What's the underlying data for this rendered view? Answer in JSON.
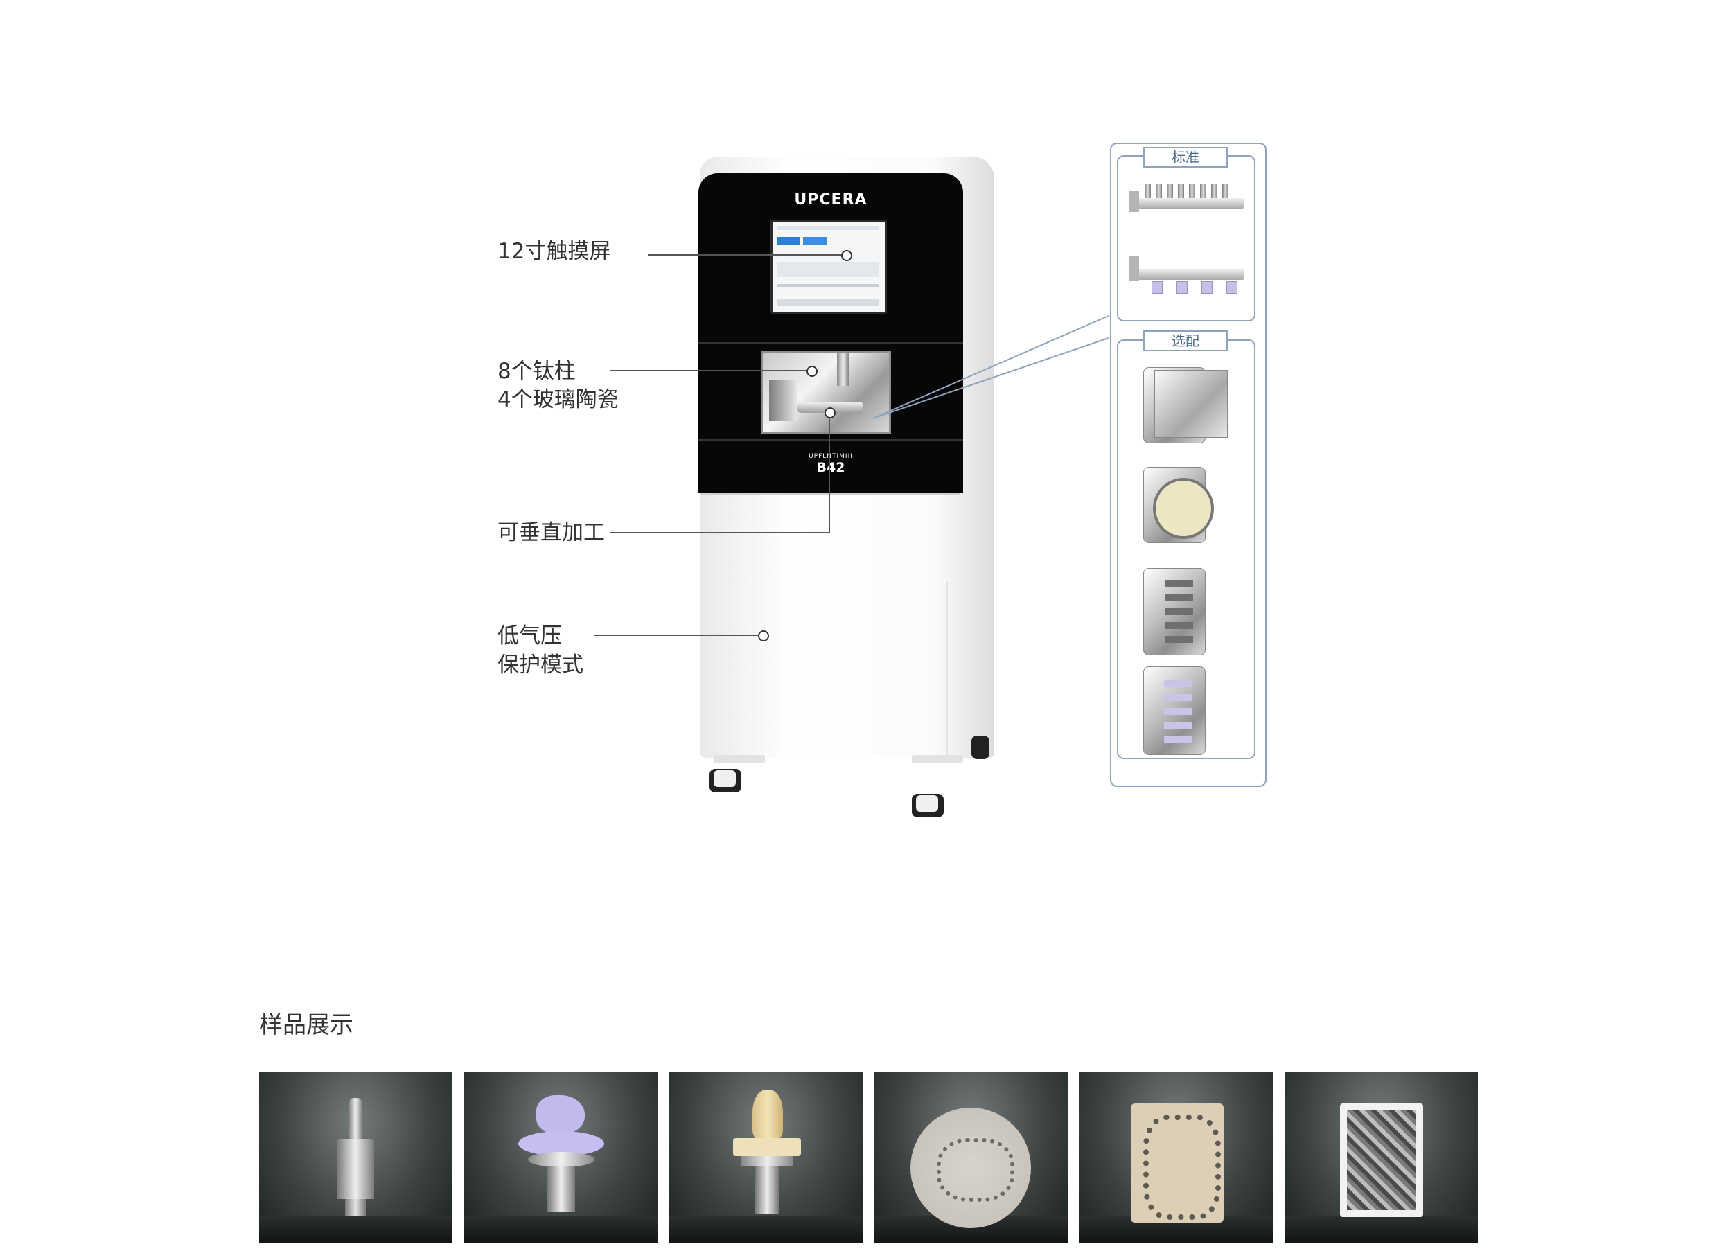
{
  "machine": {
    "brand": "UPCERA",
    "model_line": "UPFLNTIMIII",
    "model": "B42"
  },
  "callouts": {
    "touchscreen": "12寸触摸屏",
    "capacity_line1": "8个钛柱",
    "capacity_line2": "4个玻璃陶瓷",
    "vertical": "可垂直加工",
    "protection_line1": "低气压",
    "protection_line2": "保护模式"
  },
  "fixtures": {
    "standard_label": "标准",
    "optional_label": "选配"
  },
  "samples": {
    "title": "样品展示",
    "items": [
      {
        "name": "titanium-abutment"
      },
      {
        "name": "lavender-block-on-post"
      },
      {
        "name": "ceramic-crown-on-post"
      },
      {
        "name": "milled-disc"
      },
      {
        "name": "milled-ceramic-block"
      },
      {
        "name": "milled-metal-block"
      }
    ]
  },
  "colors": {
    "panel_border": "#8ea3bd",
    "panel_text": "#4d6a8f",
    "machine_head": "#070707"
  }
}
